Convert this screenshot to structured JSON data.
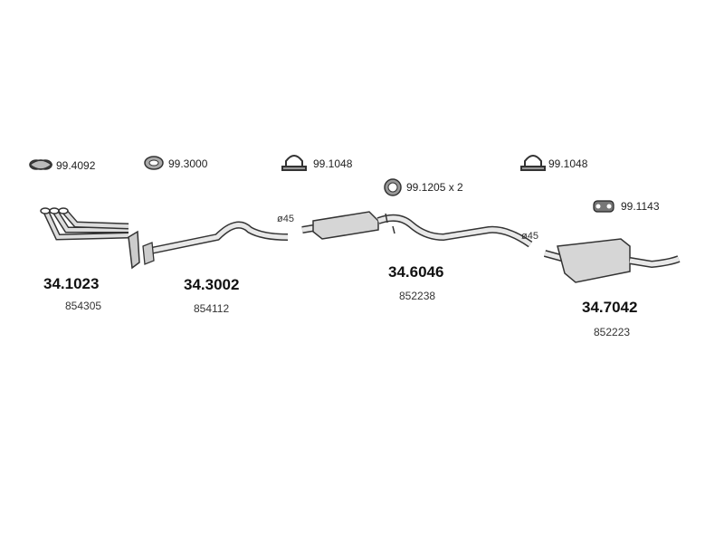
{
  "accessories": [
    {
      "code": "99.4092",
      "icon": "flange-gasket-icon"
    },
    {
      "code": "99.3000",
      "icon": "ring-gasket-icon"
    },
    {
      "code": "99.1048",
      "icon": "u-bolt-clamp-icon"
    },
    {
      "code": "99.1205 x 2",
      "icon": "seal-ring-icon"
    },
    {
      "code": "99.1048",
      "icon": "u-bolt-clamp-icon"
    },
    {
      "code": "99.1143",
      "icon": "rubber-hanger-icon"
    }
  ],
  "parts": [
    {
      "number": "34.1023",
      "oem": "854305",
      "name": "front-exhaust-manifold-pipe"
    },
    {
      "number": "34.3002",
      "oem": "854112",
      "name": "intermediate-pipe"
    },
    {
      "number": "34.6046",
      "oem": "852238",
      "name": "middle-silencer"
    },
    {
      "number": "34.7042",
      "oem": "852223",
      "name": "rear-silencer"
    }
  ],
  "diameters": [
    "ø45",
    "ø45"
  ]
}
